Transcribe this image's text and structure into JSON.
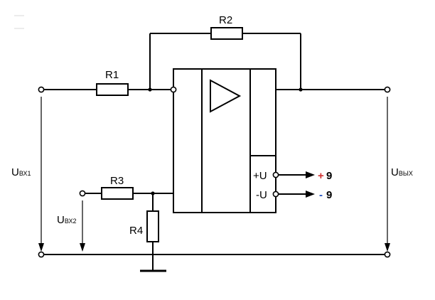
{
  "resistors": {
    "r1": "R1",
    "r2": "R2",
    "r3": "R3",
    "r4": "R4"
  },
  "voltages": {
    "in1_main": "U",
    "in1_sub": "ВХ1",
    "in2_main": "U",
    "in2_sub": "ВХ2",
    "out_main": "U",
    "out_sub": "ВЫХ"
  },
  "power": {
    "plus_pin": "+U",
    "minus_pin": "-U",
    "plus_sign": "+",
    "plus_value": "9",
    "minus_sign": "-",
    "minus_value": "9",
    "plus_sign_color": "#d03030",
    "minus_sign_color": "#2050c0"
  }
}
